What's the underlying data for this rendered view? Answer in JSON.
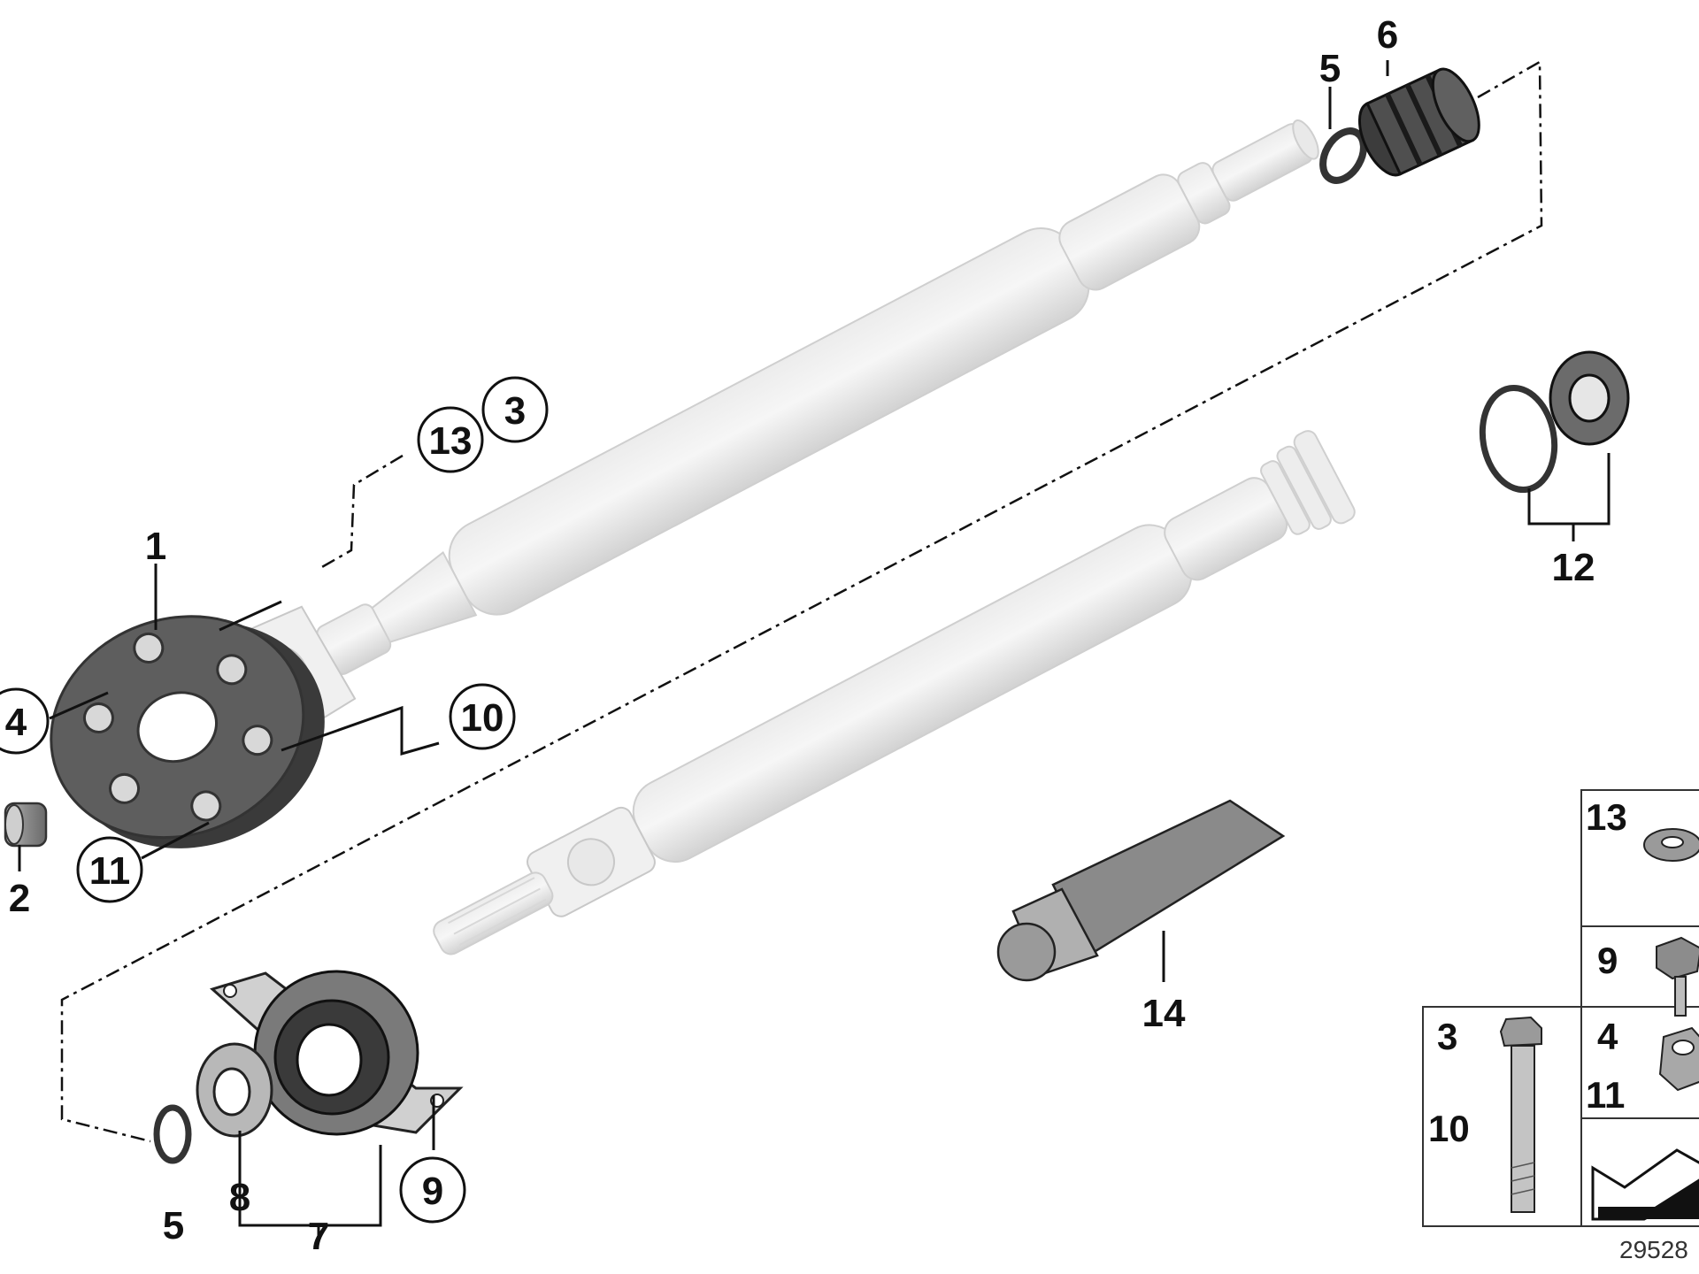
{
  "diagram": {
    "callouts": {
      "c1": "1",
      "c2": "2",
      "c3": "3",
      "c4": "4",
      "c5_top": "5",
      "c5_bottom": "5",
      "c6": "6",
      "c7": "7",
      "c8": "8",
      "c9": "9",
      "c10": "10",
      "c11": "11",
      "c12": "12",
      "c13": "13",
      "c14": "14"
    },
    "legend": {
      "l13": "13",
      "l9": "9",
      "l3": "3",
      "l10": "10",
      "l4": "4",
      "l11": "11"
    },
    "drawing_code": "29528"
  }
}
